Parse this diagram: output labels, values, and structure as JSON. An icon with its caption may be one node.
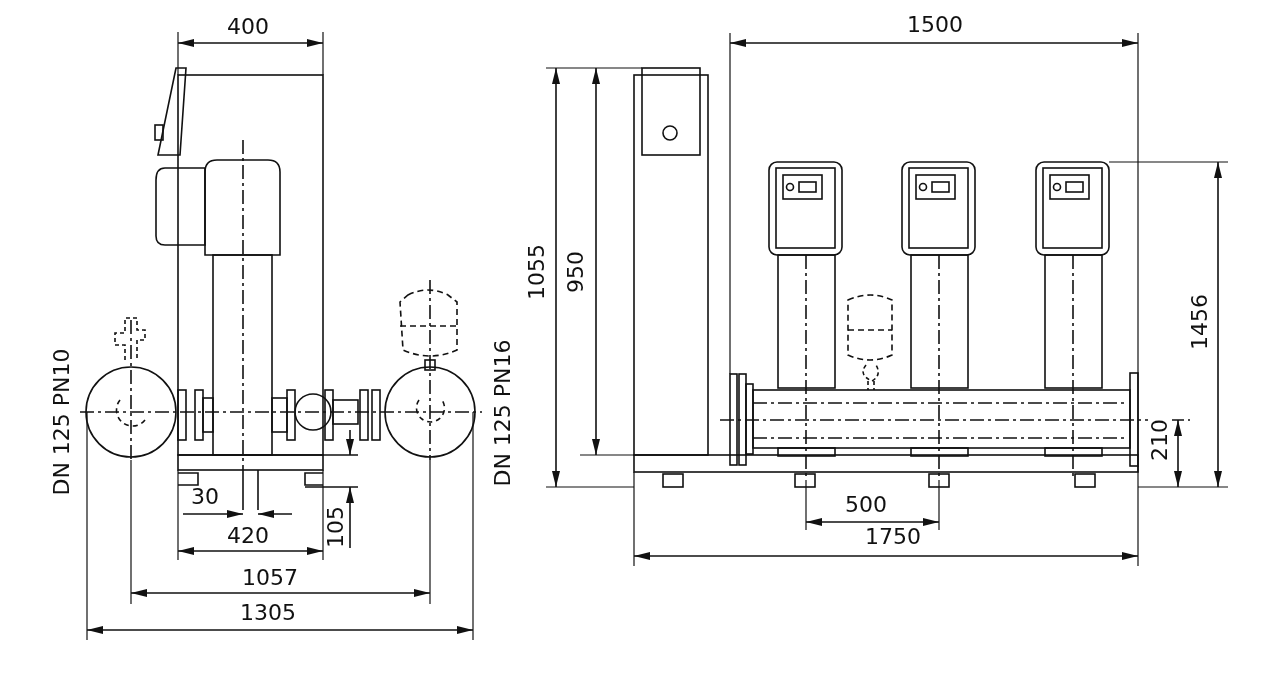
{
  "diagram": {
    "labels": [
      "400",
      "1500",
      "1055",
      "950",
      "1456",
      "DN 125 PN10",
      "DN 125 PN16",
      "210",
      "30",
      "500",
      "420",
      "105",
      "1750",
      "1057",
      "1305"
    ]
  }
}
